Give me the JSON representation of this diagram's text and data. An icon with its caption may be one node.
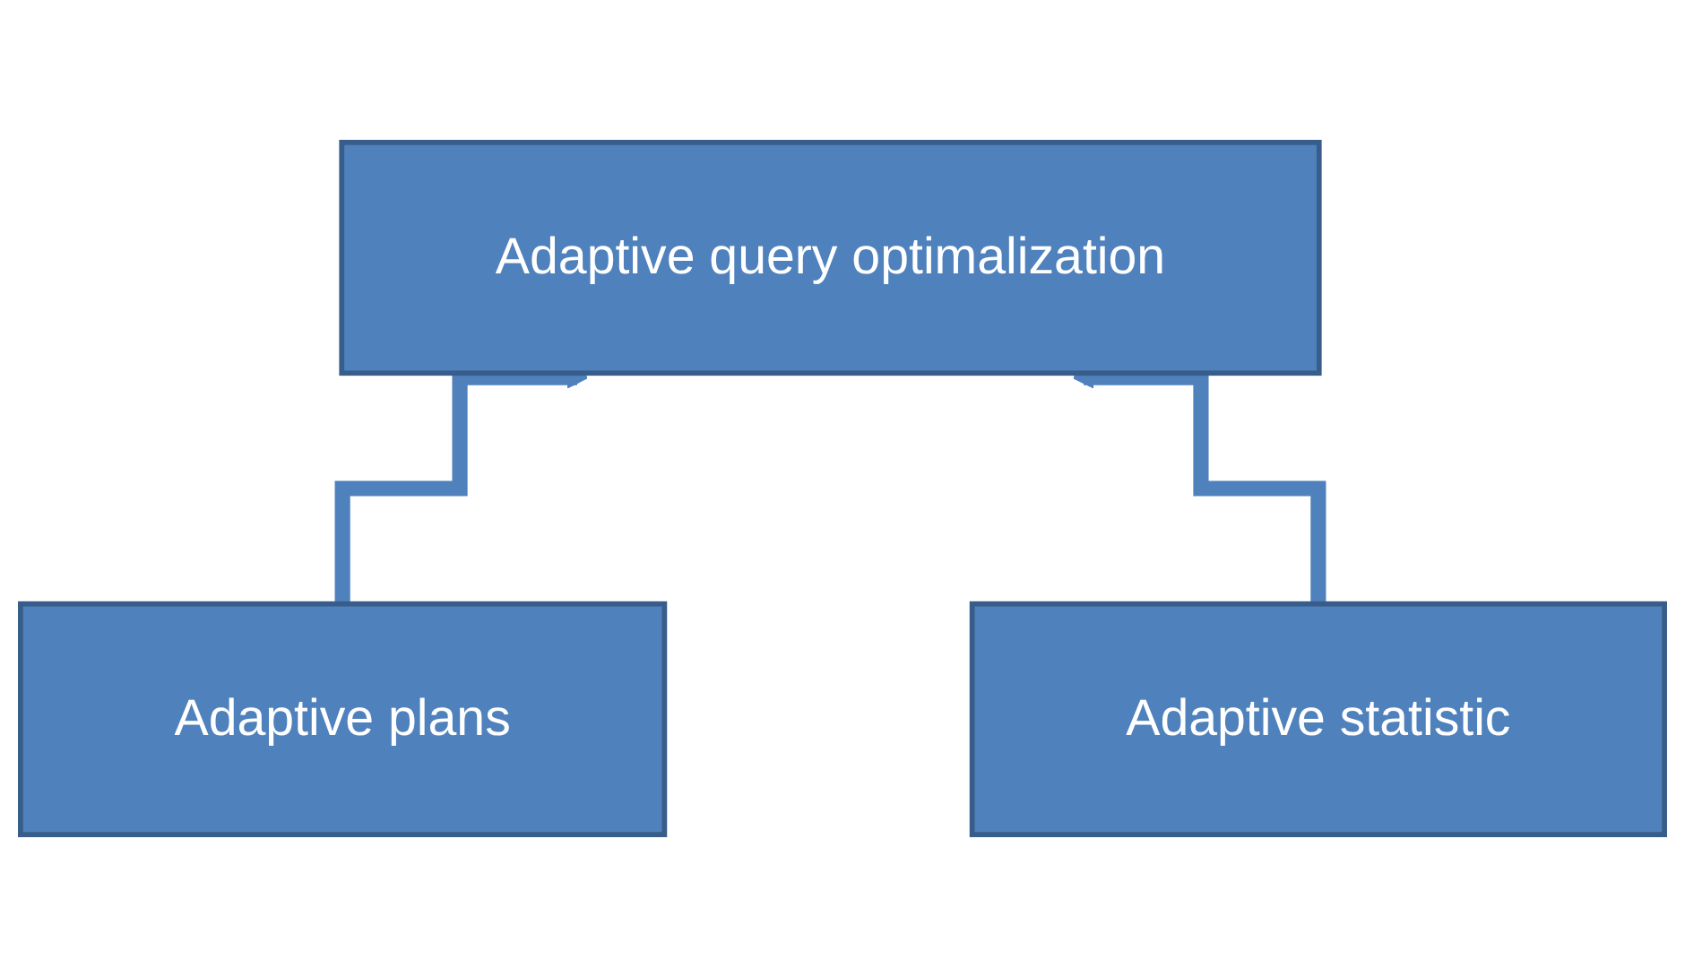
{
  "diagram": {
    "nodes": [
      {
        "text": [
          "Adaptive query optimalization"
        ]
      },
      {
        "text": [
          "Adaptive plans"
        ]
      },
      {
        "text": [
          "Adaptive statistic"
        ]
      }
    ],
    "edges": [
      {
        "from": 1,
        "to": 0,
        "arrow": "to"
      },
      {
        "from": 2,
        "to": 0,
        "arrow": "to"
      }
    ]
  }
}
